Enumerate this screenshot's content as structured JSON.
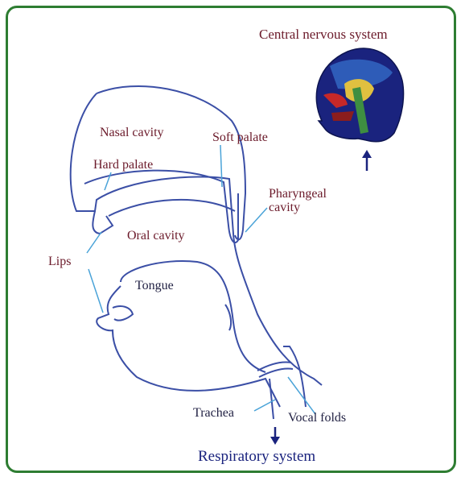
{
  "labels": {
    "cns": "Central nervous system",
    "nasal_cavity": "Nasal cavity",
    "soft_palate": "Soft palate",
    "hard_palate": "Hard palate",
    "pharyngeal_cavity": "Pharyngeal\ncavity",
    "oral_cavity": "Oral cavity",
    "lips": "Lips",
    "tongue": "Tongue",
    "trachea": "Trachea",
    "vocal_folds": "Vocal folds",
    "respiratory": "Respiratory system"
  },
  "colors": {
    "frame": "#2e7d32",
    "outline": "#3b4fa6",
    "leader": "#4aa3d8",
    "label": "#6b1a2a"
  },
  "icons": [
    "head-brain-icon",
    "up-arrow-icon",
    "down-arrow-icon"
  ]
}
